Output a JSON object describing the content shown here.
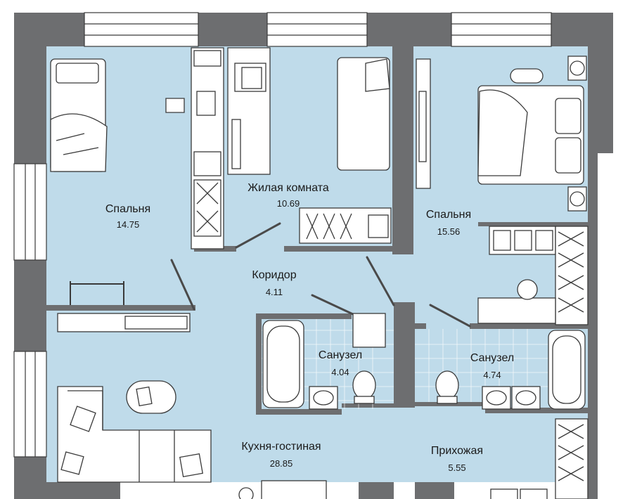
{
  "rooms": [
    {
      "name": "Спальня",
      "area": "14.75"
    },
    {
      "name": "Жилая комната",
      "area": "10.69"
    },
    {
      "name": "Спальня",
      "area": "15.56"
    },
    {
      "name": "Коридор",
      "area": "4.11"
    },
    {
      "name": "Санузел",
      "area": "4.04"
    },
    {
      "name": "Санузел",
      "area": "4.74"
    },
    {
      "name": "Кухня-гостиная",
      "area": "28.85"
    },
    {
      "name": "Прихожая",
      "area": "5.55"
    }
  ],
  "colors": {
    "floor": "#bfdbea",
    "wall": "#6d6e70",
    "window": "#ffffff",
    "furniture": "#ffffff",
    "line": "#3a3a3a"
  }
}
